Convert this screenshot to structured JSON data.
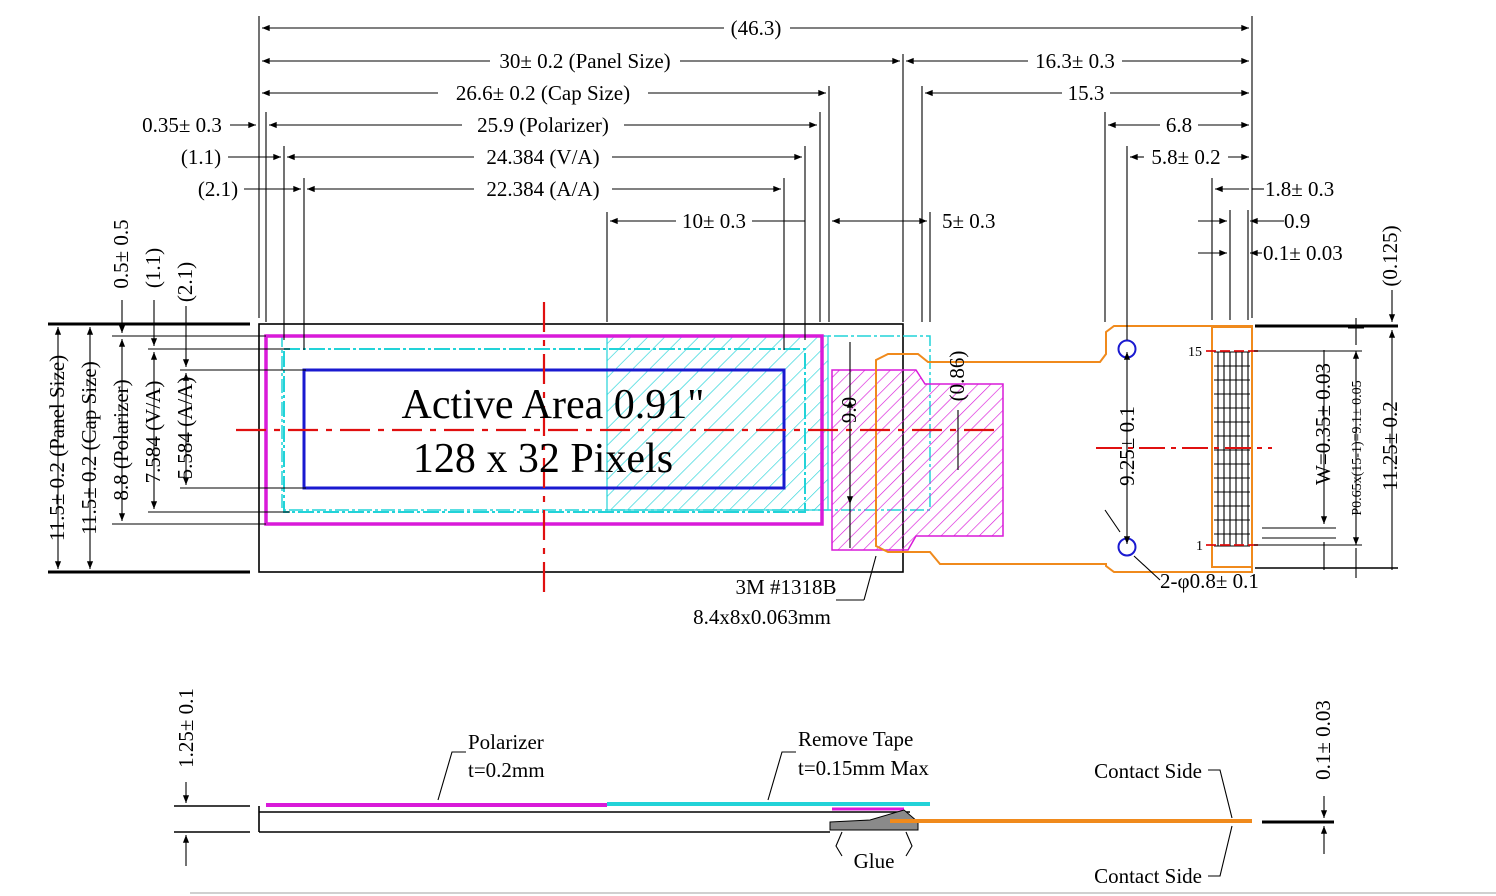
{
  "colors": {
    "outline": "#000000",
    "polarizer": "#d91ad9",
    "cap_and_tape": "#22d3d8",
    "fpc": "#f08a1c",
    "active_area": "#1a1ad0",
    "centerline": "#e01010"
  },
  "active_area": {
    "line1": "Active Area 0.91\"",
    "line2": "128 x 32 Pixels"
  },
  "dims_top": {
    "overall": "(46.3)",
    "panel": "30± 0.2 (Panel Size)",
    "fpc_len": "16.3± 0.3",
    "cap": "26.6± 0.2 (Cap Size)",
    "d15_3": "15.3",
    "pol_off": "0.35± 0.3",
    "pol": "25.9 (Polarizer)",
    "d6_8": "6.8",
    "va_off": "(1.1)",
    "va": "24.384 (V/A)",
    "d5_8": "5.8± 0.2",
    "aa_off": "(2.1)",
    "aa": "22.384 (A/A)",
    "d1_8": "1.8± 0.3",
    "tape": "10± 0.3",
    "d5": "5± 0.3",
    "d0_9": "0.9",
    "d0_1": "0.1± 0.03"
  },
  "dims_left": {
    "d0_5": "0.5± 0.5",
    "d1_1": "(1.1)",
    "d2_1": "(2.1)",
    "panel": "11.5± 0.2 (Panel Size)",
    "cap": "11.5± 0.2 (Cap Size)",
    "pol": "8.8 (Polarizer)",
    "va": "7.584 (V/A)",
    "aa": "5.584 (A/A)"
  },
  "dims_right": {
    "d0_125": "(0.125)",
    "w": "W=0.35± 0.03",
    "pitch": "P0.65x(15-1)=9.1± 0.05",
    "d11_25": "11.25± 0.2",
    "d9_25": "9.25± 0.1",
    "d0_86": "(0.86)",
    "d9_0": "9.0",
    "holes": "2-φ0.8± 0.1",
    "pin15": "15",
    "pin1": "1"
  },
  "adhesive": {
    "line1": "3M #1318B",
    "line2": "8.4x8x0.063mm"
  },
  "side_view": {
    "thickness": "1.25± 0.1",
    "fpc_thickness": "0.1± 0.03",
    "pol_label": "Polarizer",
    "pol_t": "t=0.2mm",
    "tape_label": "Remove Tape",
    "tape_t": "t=0.15mm Max",
    "contact_top": "Contact Side",
    "contact_bottom": "Contact Side",
    "glue": "Glue"
  }
}
